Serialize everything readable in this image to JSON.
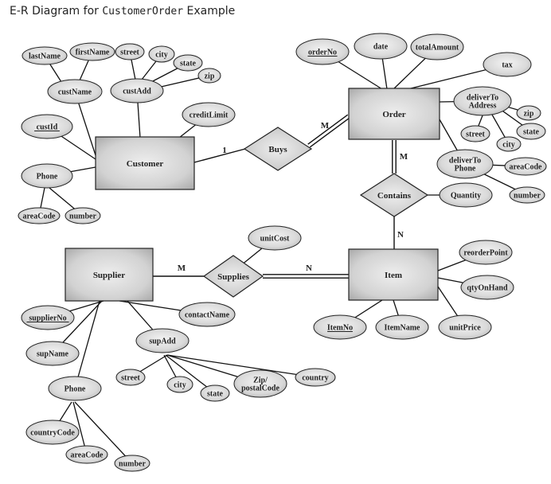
{
  "title": {
    "prefix": "E-R Diagram for ",
    "code": "CustomerOrder",
    "suffix": " Example"
  },
  "entities": [
    {
      "id": "customer",
      "label": "Customer"
    },
    {
      "id": "order",
      "label": "Order"
    },
    {
      "id": "supplier",
      "label": "Supplier"
    },
    {
      "id": "item",
      "label": "Item"
    }
  ],
  "relationships": [
    {
      "id": "buys",
      "label": "Buys"
    },
    {
      "id": "contains",
      "label": "Contains"
    },
    {
      "id": "supplies",
      "label": "Supplies"
    }
  ],
  "attributes": [
    {
      "id": "lastName",
      "label": "lastName"
    },
    {
      "id": "firstName",
      "label": "firstName"
    },
    {
      "id": "cust_street",
      "label": "street"
    },
    {
      "id": "cust_city",
      "label": "city"
    },
    {
      "id": "cust_state",
      "label": "state"
    },
    {
      "id": "cust_zip",
      "label": "zip"
    },
    {
      "id": "custName",
      "label": "custName"
    },
    {
      "id": "custAdd",
      "label": "custAdd"
    },
    {
      "id": "creditLimit",
      "label": "creditLimit"
    },
    {
      "id": "custId",
      "label": "custId",
      "key": true
    },
    {
      "id": "cust_phone",
      "label": "Phone"
    },
    {
      "id": "cust_areaCode",
      "label": "areaCode"
    },
    {
      "id": "cust_number",
      "label": "number"
    },
    {
      "id": "orderNo",
      "label": "orderNo",
      "key": true
    },
    {
      "id": "date",
      "label": "date"
    },
    {
      "id": "totalAmount",
      "label": "totalAmount"
    },
    {
      "id": "tax",
      "label": "tax"
    },
    {
      "id": "deliverToAddress",
      "label": "deliverTo\nAddress"
    },
    {
      "id": "ord_zip",
      "label": "zip"
    },
    {
      "id": "ord_street",
      "label": "street"
    },
    {
      "id": "ord_state",
      "label": "state"
    },
    {
      "id": "ord_city",
      "label": "city"
    },
    {
      "id": "deliverToPhone",
      "label": "deliverTo\nPhone"
    },
    {
      "id": "ord_areaCode",
      "label": "areaCode"
    },
    {
      "id": "ord_number",
      "label": "number"
    },
    {
      "id": "quantity",
      "label": "Quantity"
    },
    {
      "id": "unitCost",
      "label": "unitCost"
    },
    {
      "id": "reorderPoint",
      "label": "reorderPoint"
    },
    {
      "id": "qtyOnHand",
      "label": "qtyOnHand"
    },
    {
      "id": "unitPrice",
      "label": "unitPrice"
    },
    {
      "id": "itemNo",
      "label": "ItemNo",
      "key": true
    },
    {
      "id": "itemName",
      "label": "ItemName"
    },
    {
      "id": "supplierNo",
      "label": "supplierNo",
      "key": true
    },
    {
      "id": "contactName",
      "label": "contactName"
    },
    {
      "id": "supName",
      "label": "supName"
    },
    {
      "id": "supAdd",
      "label": "supAdd"
    },
    {
      "id": "sup_street",
      "label": "street"
    },
    {
      "id": "sup_city",
      "label": "city"
    },
    {
      "id": "sup_state",
      "label": "state"
    },
    {
      "id": "sup_zip",
      "label": "Zip/\npostalCode"
    },
    {
      "id": "sup_country",
      "label": "country"
    },
    {
      "id": "sup_phone",
      "label": "Phone"
    },
    {
      "id": "sup_countryCode",
      "label": "countryCode"
    },
    {
      "id": "sup_areaCode",
      "label": "areaCode"
    },
    {
      "id": "sup_number",
      "label": "number"
    }
  ],
  "cardinalities": [
    {
      "id": "buys_customer",
      "label": "1"
    },
    {
      "id": "buys_order",
      "label": "M"
    },
    {
      "id": "contains_order",
      "label": "M"
    },
    {
      "id": "contains_item",
      "label": "N"
    },
    {
      "id": "supplies_supplier",
      "label": "M"
    },
    {
      "id": "supplies_item",
      "label": "N"
    }
  ]
}
